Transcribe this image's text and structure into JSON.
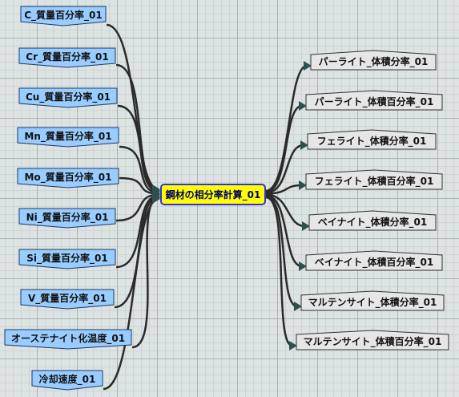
{
  "inputs": [
    {
      "label": "C_質量百分率_01"
    },
    {
      "label": "Cr_質量百分率_01"
    },
    {
      "label": "Cu_質量百分率_01"
    },
    {
      "label": "Mn_質量百分率_01"
    },
    {
      "label": "Mo_質量百分率_01"
    },
    {
      "label": "Ni_質量百分率_01"
    },
    {
      "label": "Si_質量百分率_01"
    },
    {
      "label": "V_質量百分率_01"
    },
    {
      "label": "オーステナイト化温度_01"
    },
    {
      "label": "冷却速度_01"
    }
  ],
  "process": {
    "label": "鋼材の相分率計算_01"
  },
  "outputs": [
    {
      "label": "パーライト_体積分率_01"
    },
    {
      "label": "パーライト_体積百分率_01"
    },
    {
      "label": "フェライト_体積分率_01"
    },
    {
      "label": "フェライト_体積百分率_01"
    },
    {
      "label": "ベイナイト_体積分率_01"
    },
    {
      "label": "ベイナイト_体積百分率_01"
    },
    {
      "label": "マルテンサイト_体積分率_01"
    },
    {
      "label": "マルテンサイト_体積百分率_01"
    }
  ],
  "colors": {
    "input_fill": "#99ccff",
    "input_border": "#1a3a66",
    "process_fill": "#ffff00",
    "process_border": "#3333cc",
    "output_fill": "#e6e6e6",
    "output_border": "#333333",
    "wire": "#2a2a2a",
    "arrow": "#2e4f4f"
  }
}
